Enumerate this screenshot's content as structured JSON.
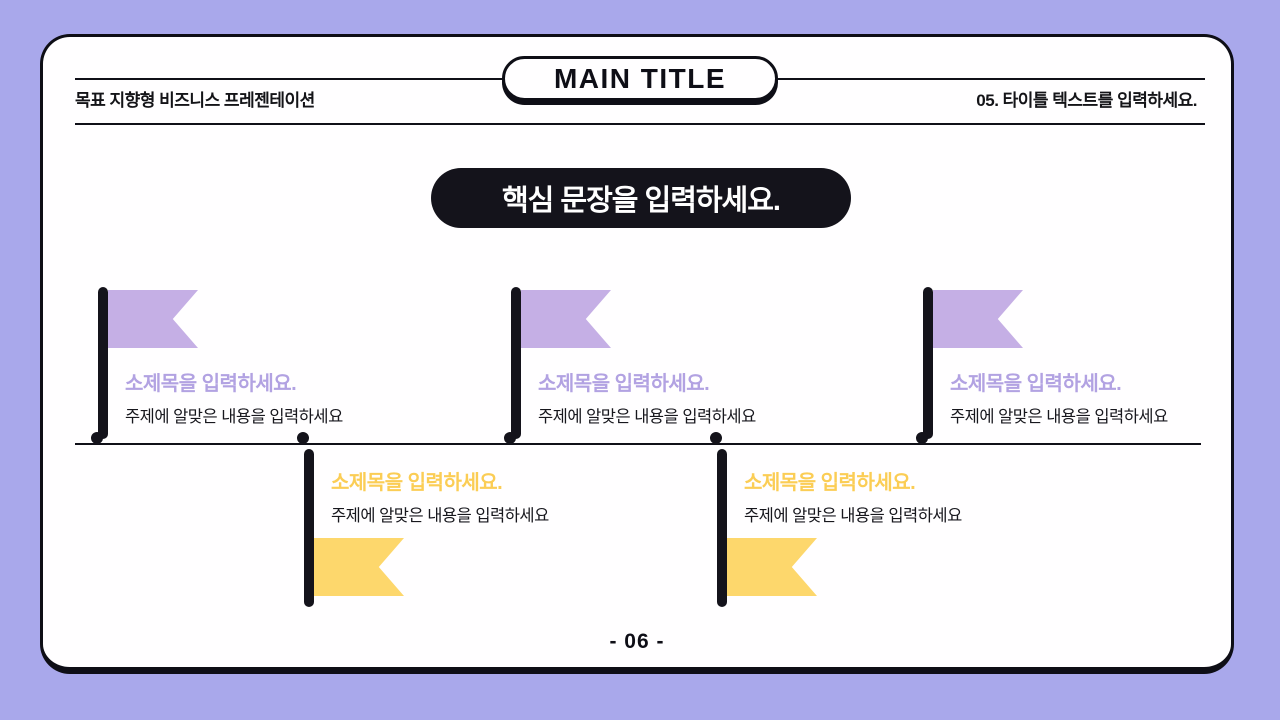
{
  "slide": {
    "background_color": "#A9A8EB",
    "main_title": "MAIN TITLE",
    "header_left": "목표 지향형 비즈니스 프레젠테이션",
    "header_right": "05. 타이틀 텍스트를 입력하세요.",
    "key_sentence": "핵심 문장을 입력하세요.",
    "page_number": "- 06 -"
  },
  "timeline": {
    "items": [
      {
        "index": 1,
        "side": "above",
        "accent": "purple",
        "subtitle": "소제목을 입력하세요.",
        "body": "주제에 알맞은 내용을 입력하세요"
      },
      {
        "index": 2,
        "side": "below",
        "accent": "yellow",
        "subtitle": "소제목을 입력하세요.",
        "body": "주제에 알맞은 내용을 입력하세요"
      },
      {
        "index": 3,
        "side": "above",
        "accent": "purple",
        "subtitle": "소제목을 입력하세요.",
        "body": "주제에 알맞은 내용을 입력하세요"
      },
      {
        "index": 4,
        "side": "below",
        "accent": "yellow",
        "subtitle": "소제목을 입력하세요.",
        "body": "주제에 알맞은 내용을 입력하세요"
      },
      {
        "index": 5,
        "side": "above",
        "accent": "purple",
        "subtitle": "소제목을 입력하세요.",
        "body": "주제에 알맞은 내용을 입력하세요"
      }
    ],
    "colors": {
      "purple_flag": "#C5AFE5",
      "purple_text": "#B2A2E2",
      "yellow_flag": "#FDD76C",
      "yellow_text": "#FBCD55",
      "line": "#101018",
      "pill_fill": "#14131B"
    }
  }
}
